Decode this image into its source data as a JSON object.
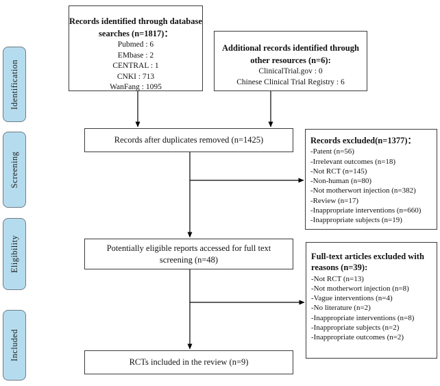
{
  "colors": {
    "stage_fill": "#b5dcee",
    "stage_border": "#6e7b84",
    "box_border": "#3a3a3a",
    "arrow": "#000000"
  },
  "stages": [
    {
      "label": "Identification"
    },
    {
      "label": "Screening"
    },
    {
      "label": "Eligibility"
    },
    {
      "label": "Included"
    }
  ],
  "boxes": {
    "database_search": {
      "title": "Records identified through database searches (n=1817)：",
      "items": [
        "Pubmed : 6",
        "EMbase : 2",
        "CENTRAL : 1",
        "CNKI : 713",
        "WanFang : 1095"
      ]
    },
    "additional_records": {
      "title": "Additional records identified through other resources (n=6):",
      "items": [
        "ClinicalTrial.gov : 0",
        "Chinese Clinical Trial Registry : 6"
      ]
    },
    "duplicates_removed": {
      "text": "Records after duplicates removed (n=1425)"
    },
    "records_excluded": {
      "title": "Records excluded(n=1377)：",
      "items": [
        "-Patent (n=56)",
        "-Irrelevant outcomes (n=18)",
        "-Not RCT (n=145)",
        "-Non-human (n=80)",
        "-Not motherwort injection (n=382)",
        "-Review (n=17)",
        "-Inappropriate interventions (n=660)",
        "-Inappropriate subjects (n=19)"
      ]
    },
    "full_text_screening": {
      "text": "Potentially eligible reports accessed for full text screening (n=48)"
    },
    "full_text_excluded": {
      "title": "Full-text articles excluded with reasons (n=39):",
      "items": [
        "-Not RCT (n=13)",
        "-Not motherwort injection (n=8)",
        "-Vague interventions (n=4)",
        "-No literature (n=2)",
        "-Inappropriate interventions (n=8)",
        "-Inappropriate subjects (n=2)",
        "-Inappropriate outcomes (n=2)"
      ]
    },
    "included": {
      "text": "RCTs included in the review (n=9)"
    }
  }
}
